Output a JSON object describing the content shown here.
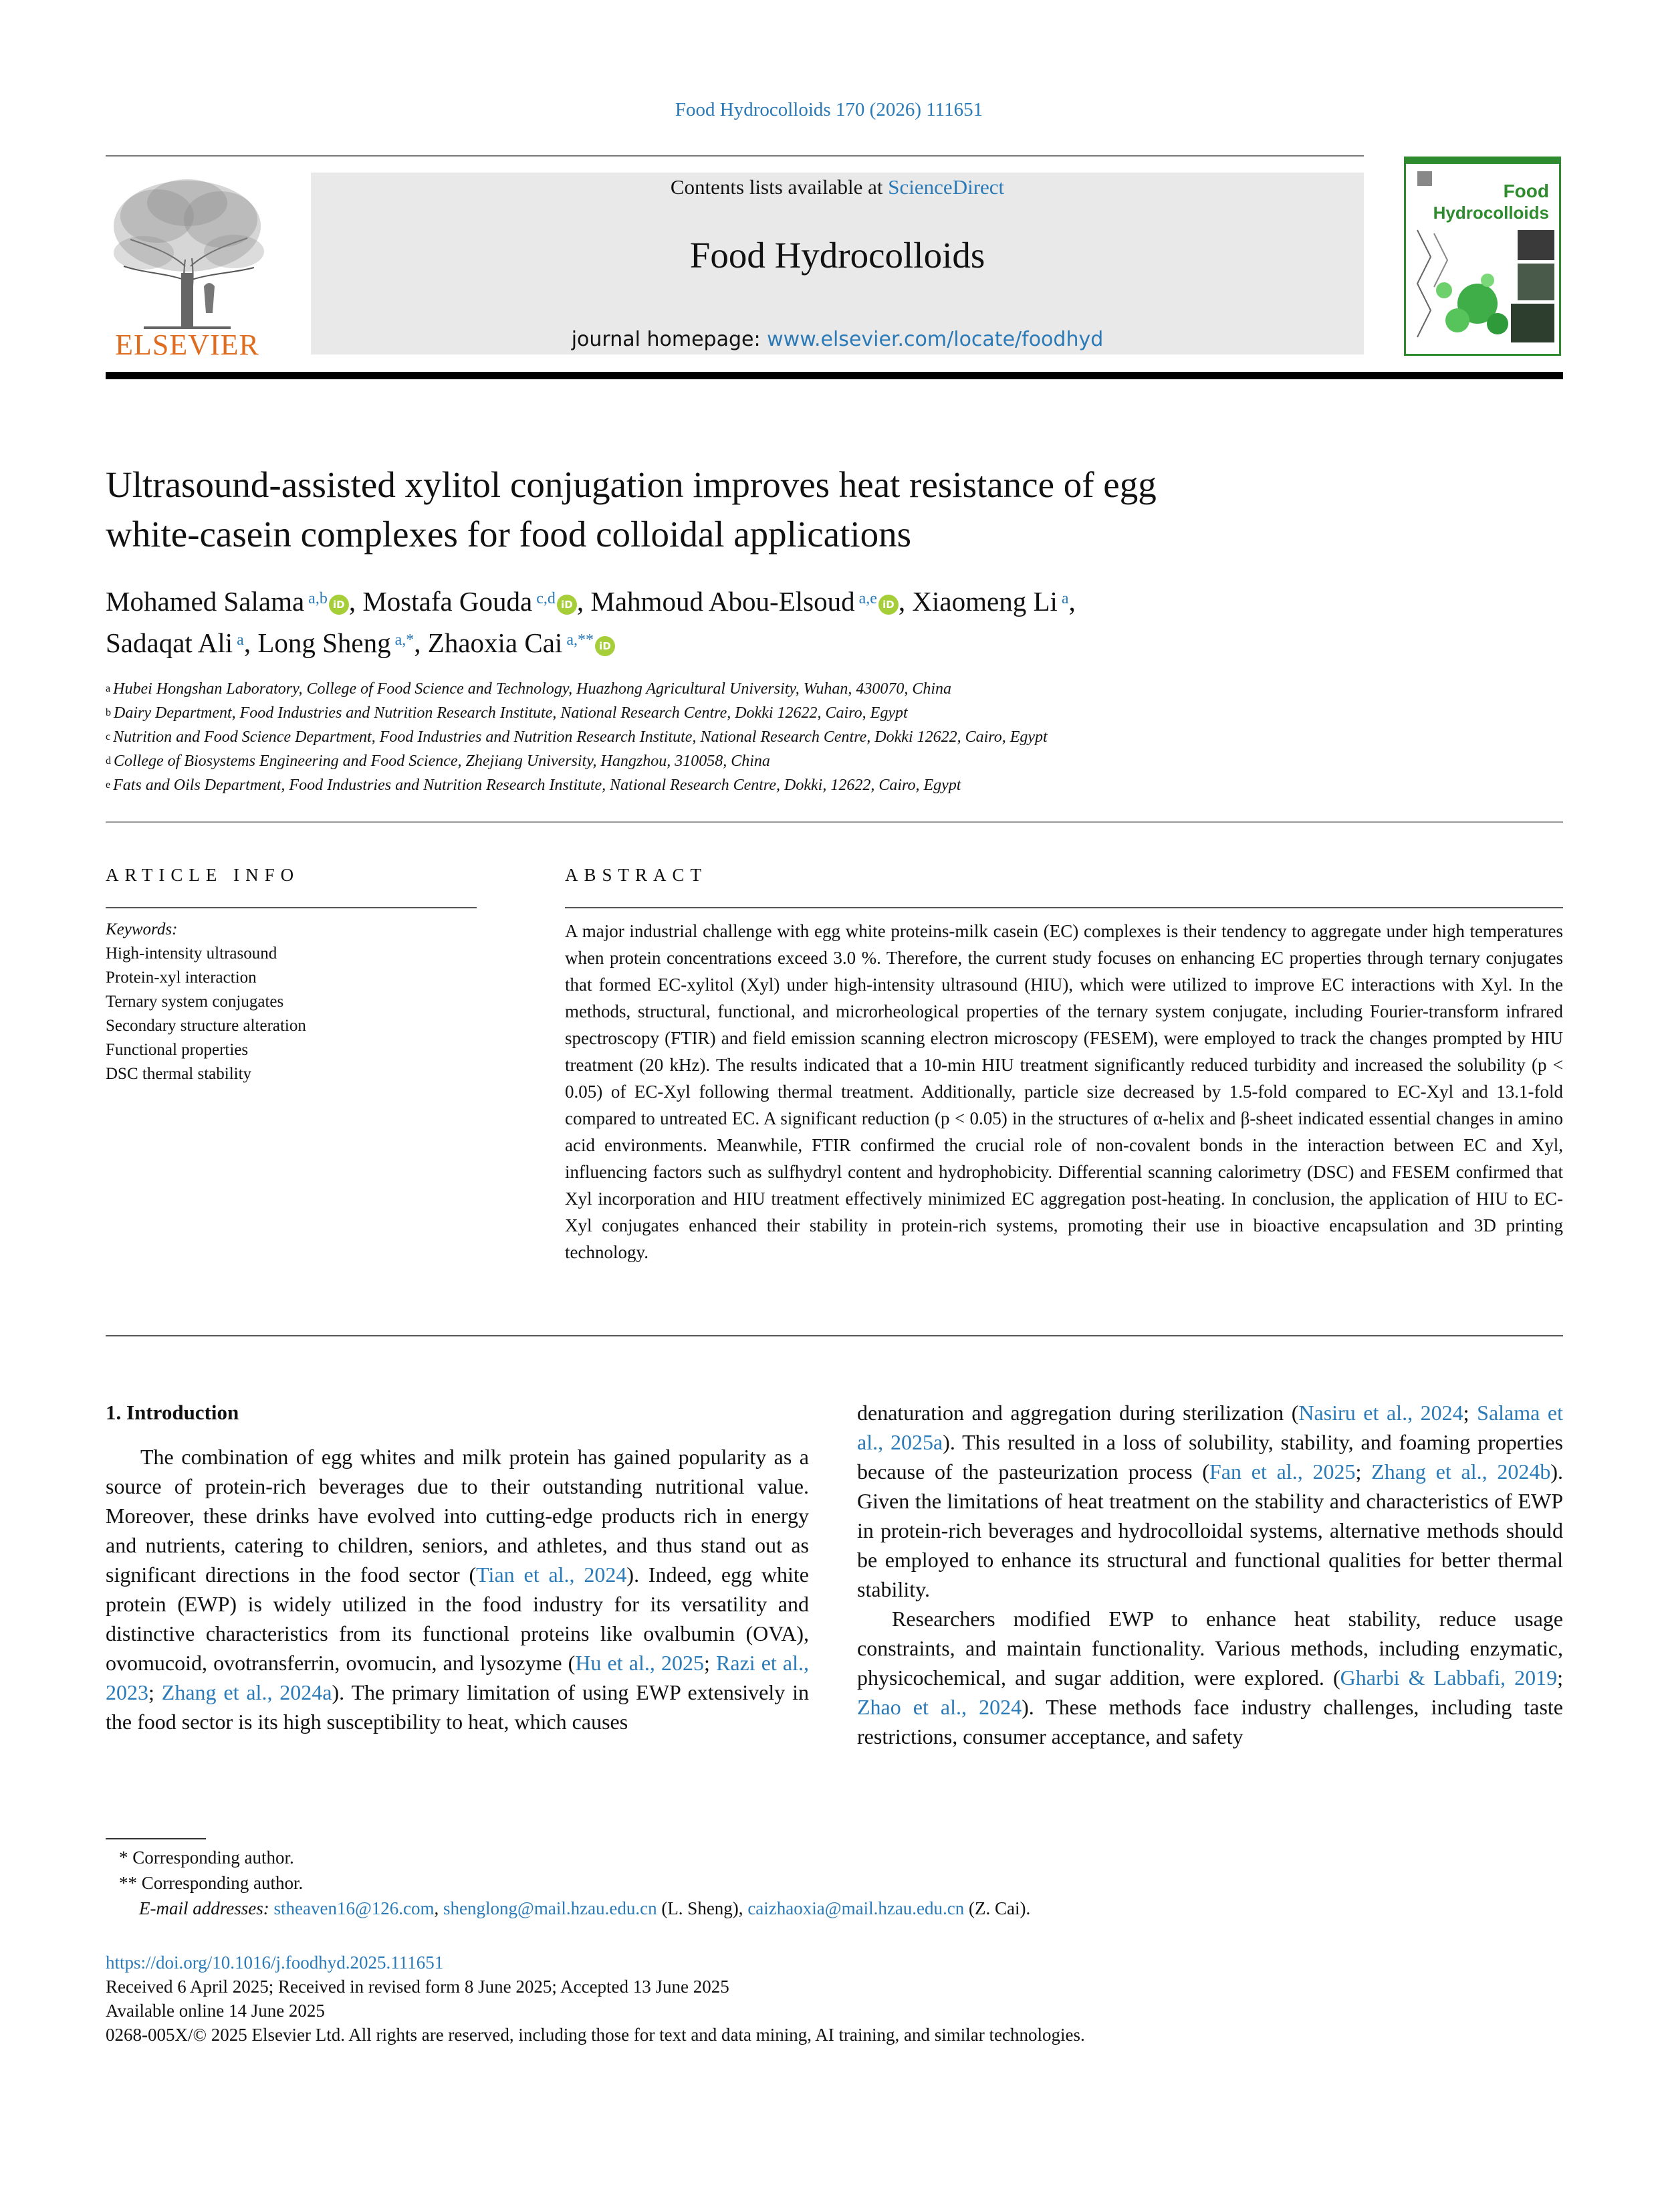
{
  "header": {
    "journal_ref": "Food Hydrocolloids 170 (2026) 111651",
    "contents_prefix": "Contents lists available at ",
    "contents_link": "ScienceDirect",
    "journal_title": "Food Hydrocolloids",
    "homepage_prefix": "journal homepage: ",
    "homepage_link": "www.elsevier.com/locate/foodhyd",
    "publisher_logo_text": "ELSEVIER",
    "cover_title_1": "Food",
    "cover_title_2": "Hydrocolloids"
  },
  "article": {
    "title_line1": "Ultrasound-assisted xylitol conjugation improves heat resistance of egg",
    "title_line2": "white-casein complexes for food colloidal applications",
    "authors": [
      {
        "name": "Mohamed Salama",
        "sup": "a,b",
        "orcid": true,
        "sep": ", "
      },
      {
        "name": "Mostafa Gouda",
        "sup": "c,d",
        "orcid": true,
        "sep": ", "
      },
      {
        "name": "Mahmoud Abou-Elsoud",
        "sup": "a,e",
        "orcid": true,
        "sep": ", "
      },
      {
        "name": "Xiaomeng Li",
        "sup": "a",
        "orcid": false,
        "sep": ","
      },
      {
        "name": "Sadaqat Ali",
        "sup": "a",
        "orcid": false,
        "sep": ", "
      },
      {
        "name": "Long Sheng",
        "sup": "a,*",
        "orcid": false,
        "sep": ", "
      },
      {
        "name": "Zhaoxia Cai",
        "sup": "a,**",
        "orcid": true,
        "sep": ""
      }
    ],
    "affiliations": [
      {
        "letter": "a",
        "text": "Hubei Hongshan Laboratory, College of Food Science and Technology, Huazhong Agricultural University, Wuhan, 430070, China"
      },
      {
        "letter": "b",
        "text": "Dairy Department, Food Industries and Nutrition Research Institute, National Research Centre, Dokki 12622, Cairo, Egypt"
      },
      {
        "letter": "c",
        "text": "Nutrition and Food Science Department, Food Industries and Nutrition Research Institute, National Research Centre, Dokki 12622, Cairo, Egypt"
      },
      {
        "letter": "d",
        "text": "College of Biosystems Engineering and Food Science, Zhejiang University, Hangzhou, 310058, China"
      },
      {
        "letter": "e",
        "text": "Fats and Oils Department, Food Industries and Nutrition Research Institute, National Research Centre, Dokki, 12622, Cairo, Egypt"
      }
    ]
  },
  "article_info": {
    "label": "ARTICLE INFO",
    "keywords_title": "Keywords:",
    "keywords": [
      "High-intensity ultrasound",
      "Protein-xyl interaction",
      "Ternary system conjugates",
      "Secondary structure alteration",
      "Functional properties",
      "DSC thermal stability"
    ]
  },
  "abstract": {
    "label": "ABSTRACT",
    "text": "A major industrial challenge with egg white proteins-milk casein (EC) complexes is their tendency to aggregate under high temperatures when protein concentrations exceed 3.0 %. Therefore, the current study focuses on enhancing EC properties through ternary conjugates that formed EC-xylitol (Xyl) under high-intensity ultrasound (HIU), which were utilized to improve EC interactions with Xyl. In the methods, structural, functional, and microrheological properties of the ternary system conjugate, including Fourier-transform infrared spectroscopy (FTIR) and field emission scanning electron microscopy (FESEM), were employed to track the changes prompted by HIU treatment (20 kHz). The results indicated that a 10-min HIU treatment significantly reduced turbidity and increased the solubility (p < 0.05) of EC-Xyl following thermal treatment. Additionally, particle size decreased by 1.5-fold compared to EC-Xyl and 13.1-fold compared to untreated EC. A significant reduction (p < 0.05) in the structures of α-helix and β-sheet indicated essential changes in amino acid environments. Meanwhile, FTIR confirmed the crucial role of non-covalent bonds in the interaction between EC and Xyl, influencing factors such as sulfhydryl content and hydrophobicity. Differential scanning calorimetry (DSC) and FESEM confirmed that Xyl incorporation and HIU treatment effectively minimized EC aggregation post-heating. In conclusion, the application of HIU to EC-Xyl conjugates enhanced their stability in protein-rich systems, promoting their use in bioactive encapsulation and 3D printing technology."
  },
  "body": {
    "section_heading": "1.  Introduction",
    "left_para": [
      {
        "t": "The combination of egg whites and milk protein has gained popularity as a source of protein-rich beverages due to their outstanding nutritional value. Moreover, these drinks have evolved into cutting-edge products rich in energy and nutrients, catering to children, seniors, and athletes, and thus stand out as significant directions in the food sector ("
      },
      {
        "l": "Tian et al., 2024"
      },
      {
        "t": "). Indeed, egg white protein (EWP) is widely utilized in the food industry for its versatility and distinctive characteristics from its functional proteins like ovalbumin (OVA), ovomucoid, ovotransferrin, ovomucin, and lysozyme ("
      },
      {
        "l": "Hu et al., 2025"
      },
      {
        "t": "; "
      },
      {
        "l": "Razi et al., 2023"
      },
      {
        "t": "; "
      },
      {
        "l": "Zhang et al., 2024a"
      },
      {
        "t": "). The primary limitation of using EWP extensively in the food sector is its high susceptibility to heat, which causes"
      }
    ],
    "right_para1": [
      {
        "t": "denaturation and aggregation during sterilization ("
      },
      {
        "l": "Nasiru et al., 2024"
      },
      {
        "t": "; "
      },
      {
        "l": "Salama et al., 2025a"
      },
      {
        "t": "). This resulted in a loss of solubility, stability, and foaming properties because of the pasteurization process ("
      },
      {
        "l": "Fan et al., 2025"
      },
      {
        "t": "; "
      },
      {
        "l": "Zhang et al., 2024b"
      },
      {
        "t": "). Given the limitations of heat treatment on the stability and characteristics of EWP in protein-rich beverages and hydrocolloidal systems, alternative methods should be employed to enhance its structural and functional qualities for better thermal stability."
      }
    ],
    "right_para2": [
      {
        "t": "Researchers modified EWP to enhance heat stability, reduce usage constraints, and maintain functionality. Various methods, including enzymatic, physicochemical, and sugar addition, were explored. ("
      },
      {
        "l": "Gharbi & Labbafi, 2019"
      },
      {
        "t": "; "
      },
      {
        "l": "Zhao et al., 2024"
      },
      {
        "t": "). These methods face industry challenges, including taste restrictions, consumer acceptance, and safety"
      }
    ]
  },
  "footnotes": {
    "star1": "*  Corresponding author.",
    "star2": "**  Corresponding author.",
    "email_label": "E-mail addresses: ",
    "email1": "stheaven16@126.com",
    "email2": "shenglong@mail.hzau.edu.cn",
    "email2_note": " (L. Sheng), ",
    "email3": "caizhaoxia@mail.hzau.edu.cn",
    "email3_note": " (Z. Cai)."
  },
  "pubinfo": {
    "doi": "https://doi.org/10.1016/j.foodhyd.2025.111651",
    "dates": "Received 6 April 2025; Received in revised form 8 June 2025; Accepted 13 June 2025",
    "online": "Available online 14 June 2025",
    "copyright": "0268-005X/© 2025 Elsevier Ltd. All rights are reserved, including those for text and data mining, AI training, and similar technologies."
  }
}
